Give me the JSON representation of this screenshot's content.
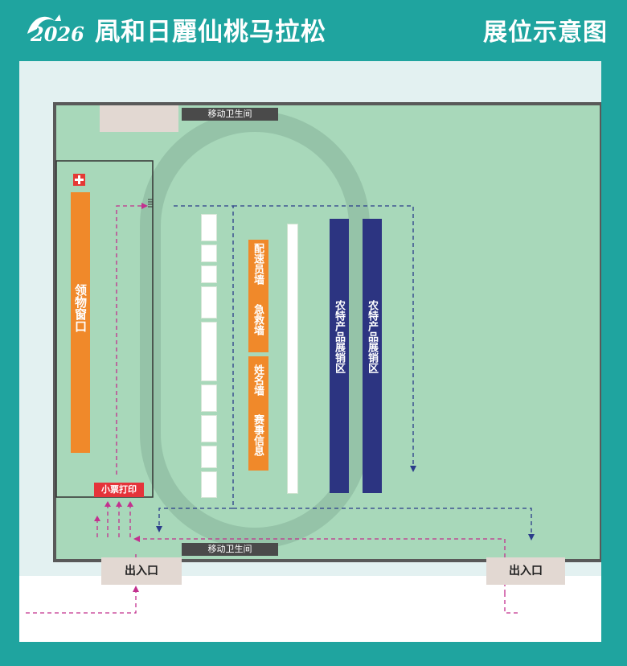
{
  "header": {
    "title": "凮和日麗仙桃马拉松",
    "subtitle_right": "展位示意图",
    "logo_text": "2026"
  },
  "map": {
    "toilet_top": "移动卫生间",
    "toilet_bottom": "移动卫生间",
    "pickup_window": "领物窗口",
    "ticket_print": "小票打印",
    "wall_pacer": "配速员墙",
    "wall_firstaid": "急救墙",
    "wall_name": "姓名墙",
    "wall_race": "赛事信息",
    "farm_zone_1": "农特产品展销区",
    "farm_zone_2": "农特产品展销区",
    "entrance_left": "出入口",
    "entrance_right": "出入口"
  },
  "colors": {
    "teal_frame": "#1fa49f",
    "grass": "#a8d8ba",
    "orange": "#f0892a",
    "navy": "#2c3481",
    "gray_label": "#4a4a4a",
    "entrance": "#e2d8d2",
    "magenta_route": "#c2308e",
    "blue_route": "#2b3c8a"
  },
  "icons": [
    "first-aid-icon",
    "logo-dragon-icon"
  ]
}
